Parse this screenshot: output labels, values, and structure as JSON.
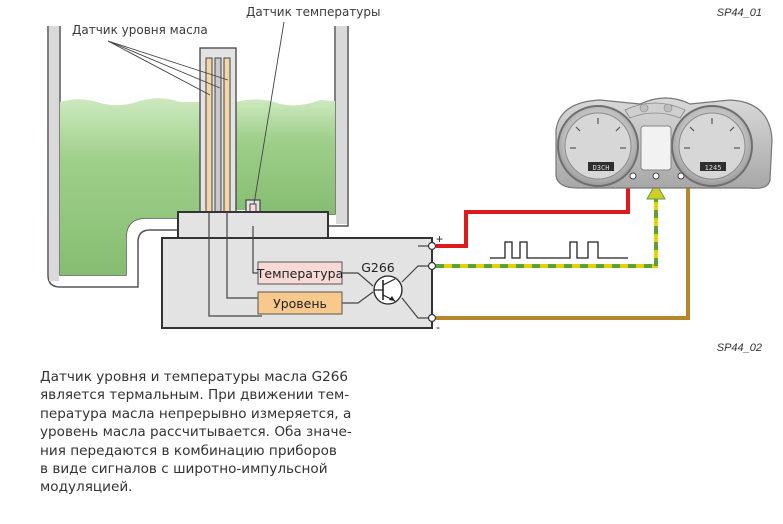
{
  "labels": {
    "oil_level_sensor": "Датчик уровня масла",
    "temperature_sensor": "Датчик температуры",
    "ref_top": "SP44_01",
    "ref_bottom": "SP44_02",
    "box_temperature": "Температура",
    "box_level": "Уровень",
    "component": "G266",
    "plus": "+",
    "minus": "-",
    "display_left": "D3CH",
    "display_right": "1245"
  },
  "caption": {
    "lines": [
      "Датчик уровня и температуры масла G266",
      "является термальным. При движении тем-",
      "пература масла непрерывно измеряется, а",
      "уровень масла рассчитывается. Оба значе-",
      "ния передаются в комбинацию приборов",
      "в виде сигналов с широтно-импульсной",
      "модуляцией."
    ]
  },
  "colors": {
    "oil": "#8cc27a",
    "oil_light": "#bfe0ae",
    "wire_plus": "#e0191b",
    "wire_signal_yellow": "#e6d200",
    "wire_signal_green": "#59a23a",
    "wire_minus": "#b5862a",
    "box_temperature_fill": "#f7d9d6",
    "box_level_fill": "#f7c98c",
    "housing_fill": "#e3e3e3"
  },
  "icons": {
    "transistor": "transistor-symbol",
    "instrument_cluster": "instrument-cluster"
  }
}
